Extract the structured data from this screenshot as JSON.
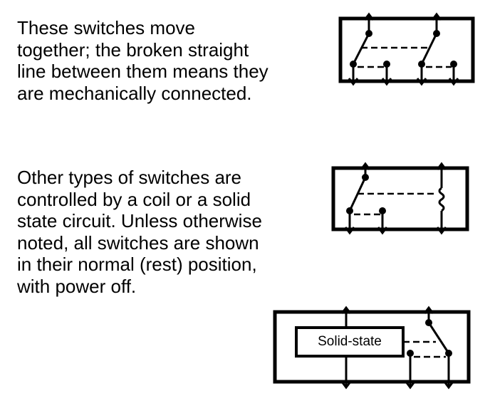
{
  "paragraph1": {
    "lines": [
      "These switches move",
      "together; the broken straight",
      "line between them means they",
      "are mechanically connected."
    ]
  },
  "paragraph2": {
    "lines": [
      "Other types of switches are",
      "controlled by a coil or a solid",
      "state circuit. Unless otherwise",
      "noted, all switches are shown",
      "in their normal (rest) position,",
      "with power off."
    ]
  },
  "diagram3": {
    "solid_state_label": "Solid-state"
  }
}
